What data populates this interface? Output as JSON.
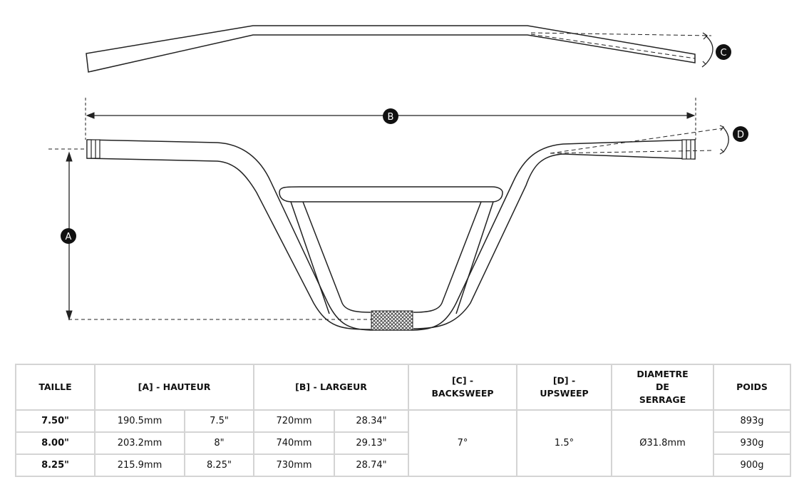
{
  "labels": {
    "a": "A",
    "b": "B",
    "c": "C",
    "d": "D"
  },
  "table": {
    "headers": {
      "taille": "TAILLE",
      "hauteur": "[A] - HAUTEUR",
      "largeur": "[B] - LARGEUR",
      "backsweep": "[C] - BACKSWEEP",
      "upsweep": "[D] - UPSWEEP",
      "diametre": "DIAMETRE DE SERRAGE",
      "poids": "POIDS"
    },
    "rows": [
      {
        "size": "7.50\"",
        "height_mm": "190.5mm",
        "height_in": "7.5\"",
        "width_mm": "720mm",
        "width_in": "28.34\"",
        "weight": "893g"
      },
      {
        "size": "8.00\"",
        "height_mm": "203.2mm",
        "height_in": "8\"",
        "width_mm": "740mm",
        "width_in": "29.13\"",
        "weight": "930g"
      },
      {
        "size": "8.25\"",
        "height_mm": "215.9mm",
        "height_in": "8.25\"",
        "width_mm": "730mm",
        "width_in": "28.74\"",
        "weight": "900g"
      }
    ],
    "shared": {
      "backsweep": "7°",
      "upsweep": "1.5°",
      "clamp": "Ø31.8mm"
    }
  }
}
